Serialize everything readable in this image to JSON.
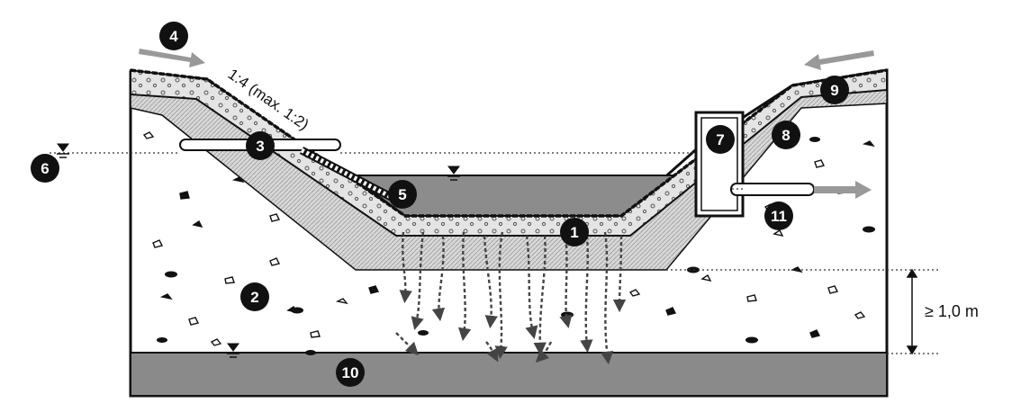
{
  "diagram": {
    "slope_label": "1:4 (max. 1:2)",
    "depth_label": "≥ 1,0 m",
    "markers": [
      "1",
      "2",
      "3",
      "4",
      "5",
      "6",
      "7",
      "8",
      "9",
      "10",
      "11"
    ]
  },
  "colors": {
    "dark_fill": "#888888",
    "topsoil": "#e0e0e0",
    "filter_layer": "#d2d2d2",
    "soil": "#ffffff",
    "outline": "#111111",
    "flow_arrow": "#444444",
    "surface_arrow": "#999999"
  }
}
